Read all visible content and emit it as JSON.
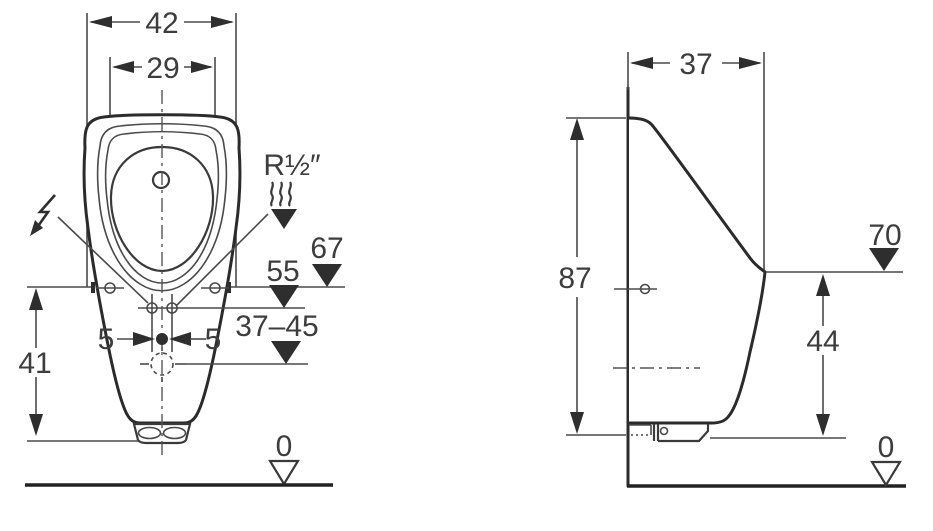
{
  "drawing": {
    "title": "urinal-dimension-drawing",
    "front_view": {
      "overall_width": "42",
      "mount_hole_spacing": "29",
      "water_connection_label": "R½″",
      "mount_height": "67",
      "inlet_height": "55",
      "outlet_height_range": "37–45",
      "offset_left": "5",
      "offset_right": "5",
      "lower_edge_height": "41",
      "floor_level": "0"
    },
    "side_view": {
      "depth": "37",
      "ceramic_height": "87",
      "rim_height": "70",
      "outlet_clearance": "44",
      "floor_level": "0"
    },
    "colors": {
      "line": "#4a4a4a",
      "outline": "#2b2b2b",
      "text": "#3d3d3d",
      "background": "#ffffff"
    }
  }
}
